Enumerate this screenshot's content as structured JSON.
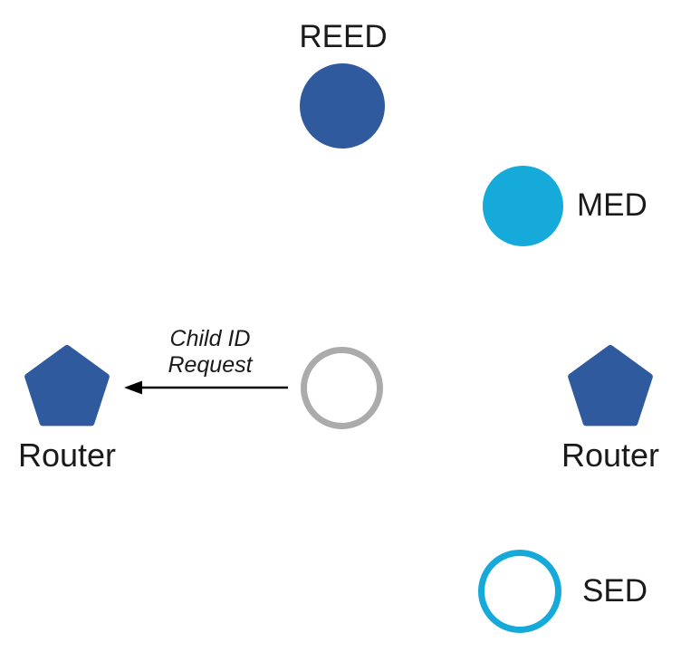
{
  "colors": {
    "router_blue": "#2F5B9E",
    "cyan": "#15AADA",
    "gray": "#ABABAB",
    "arrow_black": "#000000",
    "text": "#1A1A1A",
    "background": "#FFFFFF"
  },
  "nodes": {
    "reed": {
      "label": "REED",
      "shape": "filled-circle"
    },
    "med": {
      "label": "MED",
      "shape": "filled-circle"
    },
    "sed": {
      "label": "SED",
      "shape": "outlined-circle"
    },
    "router_left": {
      "label": "Router",
      "shape": "pentagon"
    },
    "router_right": {
      "label": "Router",
      "shape": "pentagon"
    },
    "joining_child": {
      "label": "",
      "shape": "outlined-circle-gray"
    }
  },
  "message": {
    "line1": "Child ID",
    "line2": "Request"
  }
}
